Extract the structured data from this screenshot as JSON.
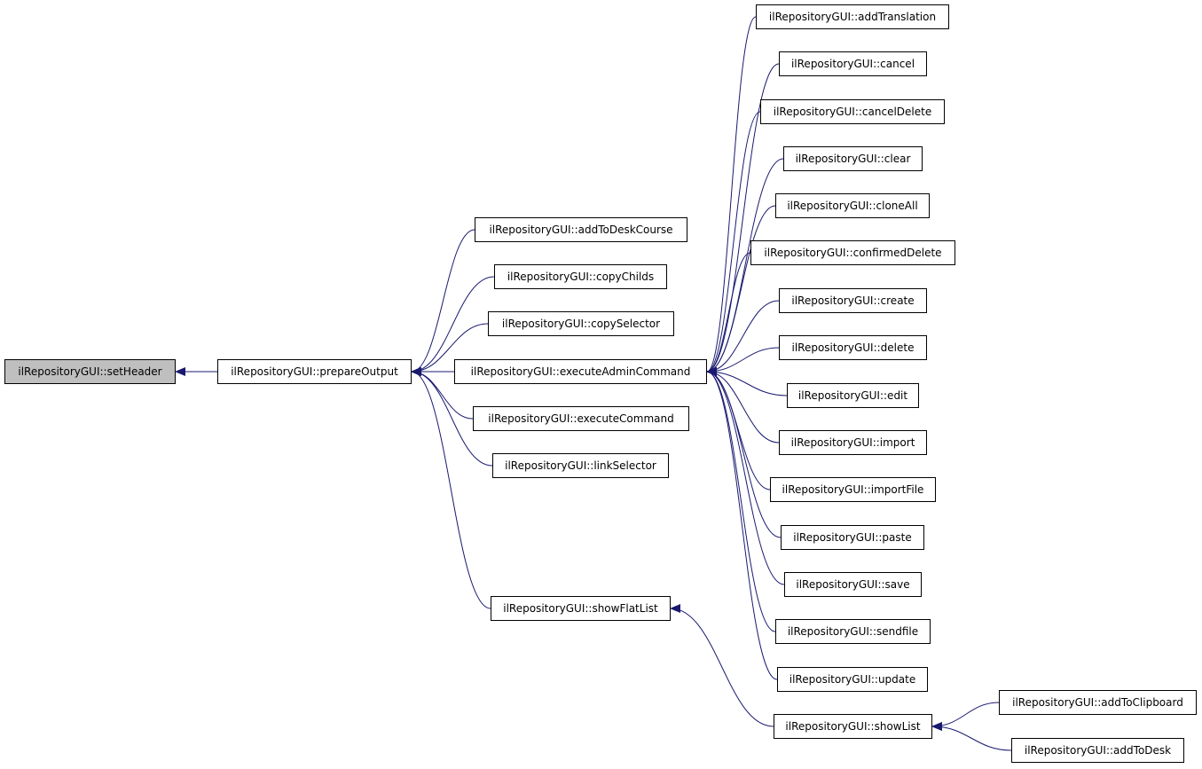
{
  "diagram": {
    "edge_color": "#191970",
    "focus_fill": "#bfbfbf",
    "nodes": [
      {
        "id": "setHeader",
        "label": "ilRepositoryGUI::setHeader",
        "focus": true
      },
      {
        "id": "prepareOutput",
        "label": "ilRepositoryGUI::prepareOutput"
      },
      {
        "id": "addToDeskCourse",
        "label": "ilRepositoryGUI::addToDeskCourse"
      },
      {
        "id": "copyChilds",
        "label": "ilRepositoryGUI::copyChilds"
      },
      {
        "id": "copySelector",
        "label": "ilRepositoryGUI::copySelector"
      },
      {
        "id": "executeAdminCommand",
        "label": "ilRepositoryGUI::executeAdminCommand"
      },
      {
        "id": "executeCommand",
        "label": "ilRepositoryGUI::executeCommand"
      },
      {
        "id": "linkSelector",
        "label": "ilRepositoryGUI::linkSelector"
      },
      {
        "id": "showFlatList",
        "label": "ilRepositoryGUI::showFlatList"
      },
      {
        "id": "addTranslation",
        "label": "ilRepositoryGUI::addTranslation"
      },
      {
        "id": "cancel",
        "label": "ilRepositoryGUI::cancel"
      },
      {
        "id": "cancelDelete",
        "label": "ilRepositoryGUI::cancelDelete"
      },
      {
        "id": "clear",
        "label": "ilRepositoryGUI::clear"
      },
      {
        "id": "cloneAll",
        "label": "ilRepositoryGUI::cloneAll"
      },
      {
        "id": "confirmedDelete",
        "label": "ilRepositoryGUI::confirmedDelete"
      },
      {
        "id": "create",
        "label": "ilRepositoryGUI::create"
      },
      {
        "id": "delete",
        "label": "ilRepositoryGUI::delete"
      },
      {
        "id": "edit",
        "label": "ilRepositoryGUI::edit"
      },
      {
        "id": "import",
        "label": "ilRepositoryGUI::import"
      },
      {
        "id": "importFile",
        "label": "ilRepositoryGUI::importFile"
      },
      {
        "id": "paste",
        "label": "ilRepositoryGUI::paste"
      },
      {
        "id": "save",
        "label": "ilRepositoryGUI::save"
      },
      {
        "id": "sendfile",
        "label": "ilRepositoryGUI::sendfile"
      },
      {
        "id": "update",
        "label": "ilRepositoryGUI::update"
      },
      {
        "id": "showList",
        "label": "ilRepositoryGUI::showList"
      },
      {
        "id": "addToClipboard",
        "label": "ilRepositoryGUI::addToClipboard"
      },
      {
        "id": "addToDesk",
        "label": "ilRepositoryGUI::addToDesk"
      }
    ],
    "edges": [
      {
        "from": "prepareOutput",
        "to": "setHeader"
      },
      {
        "from": "addToDeskCourse",
        "to": "prepareOutput"
      },
      {
        "from": "copyChilds",
        "to": "prepareOutput"
      },
      {
        "from": "copySelector",
        "to": "prepareOutput"
      },
      {
        "from": "executeAdminCommand",
        "to": "prepareOutput"
      },
      {
        "from": "executeCommand",
        "to": "prepareOutput"
      },
      {
        "from": "linkSelector",
        "to": "prepareOutput"
      },
      {
        "from": "showFlatList",
        "to": "prepareOutput"
      },
      {
        "from": "addTranslation",
        "to": "executeAdminCommand"
      },
      {
        "from": "cancel",
        "to": "executeAdminCommand"
      },
      {
        "from": "cancelDelete",
        "to": "executeAdminCommand"
      },
      {
        "from": "clear",
        "to": "executeAdminCommand"
      },
      {
        "from": "cloneAll",
        "to": "executeAdminCommand"
      },
      {
        "from": "confirmedDelete",
        "to": "executeAdminCommand"
      },
      {
        "from": "create",
        "to": "executeAdminCommand"
      },
      {
        "from": "delete",
        "to": "executeAdminCommand"
      },
      {
        "from": "edit",
        "to": "executeAdminCommand"
      },
      {
        "from": "import",
        "to": "executeAdminCommand"
      },
      {
        "from": "importFile",
        "to": "executeAdminCommand"
      },
      {
        "from": "paste",
        "to": "executeAdminCommand"
      },
      {
        "from": "save",
        "to": "executeAdminCommand"
      },
      {
        "from": "sendfile",
        "to": "executeAdminCommand"
      },
      {
        "from": "update",
        "to": "executeAdminCommand"
      },
      {
        "from": "showList",
        "to": "showFlatList"
      },
      {
        "from": "addToClipboard",
        "to": "showList"
      },
      {
        "from": "addToDesk",
        "to": "showList"
      }
    ]
  }
}
